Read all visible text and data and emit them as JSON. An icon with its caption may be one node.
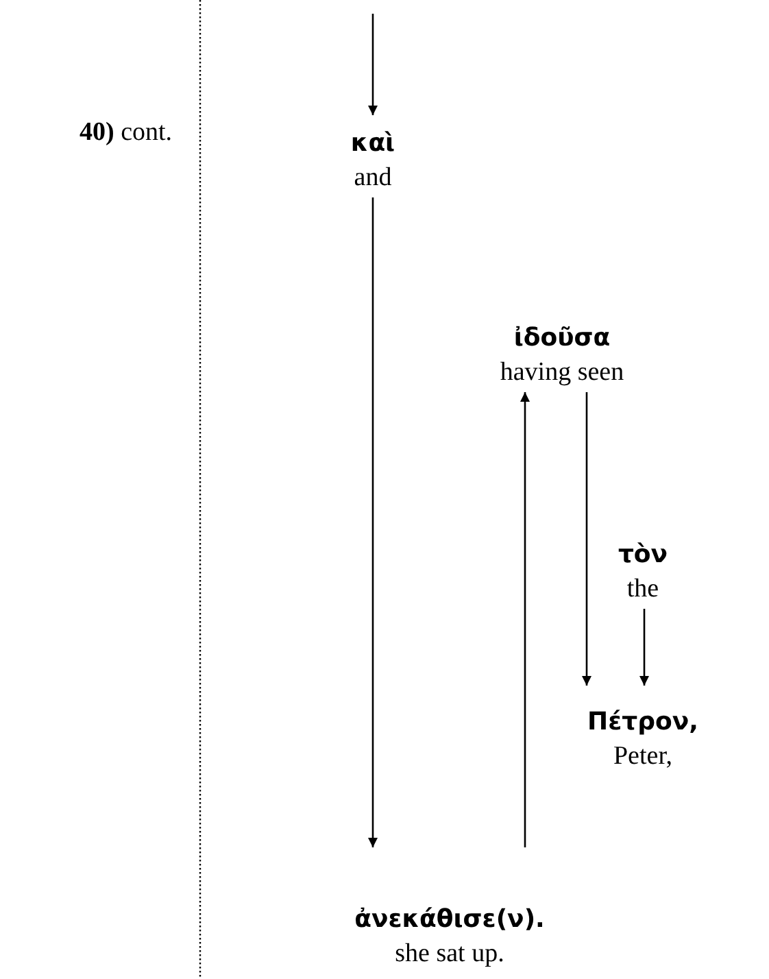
{
  "diagram": {
    "nodes": [
      {
        "text": [
          "καὶ",
          "and"
        ]
      },
      {
        "text": [
          "ἰδοῦσα",
          "having seen"
        ]
      },
      {
        "text": [
          "τὸν",
          "the"
        ]
      },
      {
        "text": [
          "Πέτρον,",
          "Peter,"
        ]
      },
      {
        "text": [
          "ἀνεκάθισε(ν).",
          "she sat up."
        ]
      }
    ],
    "edges": [
      {
        "from": null,
        "to": 0,
        "arrow": "to"
      },
      {
        "from": 0,
        "to": 4,
        "arrow": "to"
      },
      {
        "from": 4,
        "to": 1,
        "arrow": "to"
      },
      {
        "from": 1,
        "to": 3,
        "arrow": "to"
      },
      {
        "from": 2,
        "to": 3,
        "arrow": "to"
      }
    ],
    "labels": [
      "**40)** cont."
    ]
  }
}
